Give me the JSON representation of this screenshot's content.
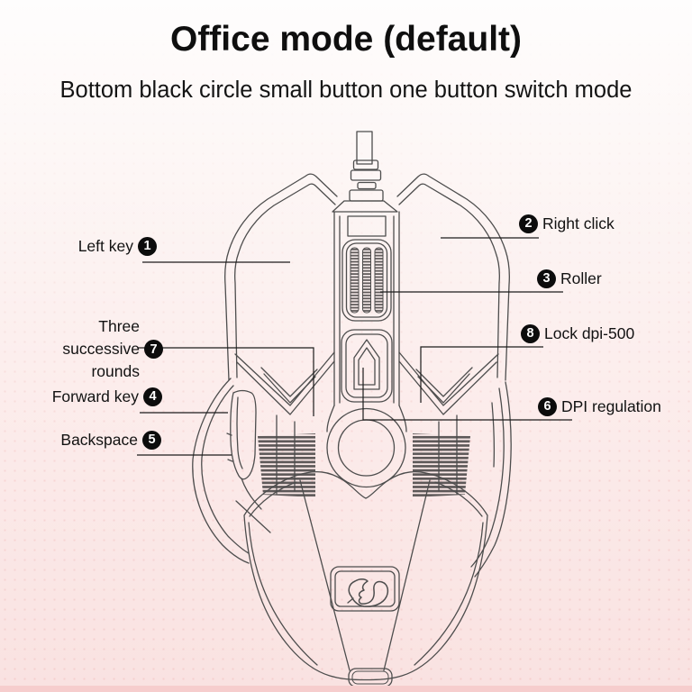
{
  "title": "Office mode (default)",
  "subtitle": "Bottom black circle small button one button switch mode",
  "labels": {
    "left_key": {
      "num": "1",
      "text": "Left key"
    },
    "right_click": {
      "num": "2",
      "text": "Right click"
    },
    "roller": {
      "num": "3",
      "text": "Roller"
    },
    "forward_key": {
      "num": "4",
      "text": "Forward key"
    },
    "backspace": {
      "num": "5",
      "text": "Backspace"
    },
    "dpi_regulation": {
      "num": "6",
      "text": "DPI regulation"
    },
    "three_rounds": {
      "num": "7",
      "text": "Three successive rounds"
    },
    "lock_dpi": {
      "num": "8",
      "text": "Lock dpi-500"
    }
  },
  "colors": {
    "background_top": "#fefdfd",
    "background_bottom": "#f9e2e1",
    "bottom_strip": "#f6cdcd",
    "line_art": "#4d4d4d",
    "leader_line": "#1c1c1c",
    "badge_fill": "#0c0c0c",
    "badge_text": "#ffffff",
    "text": "#121212"
  }
}
